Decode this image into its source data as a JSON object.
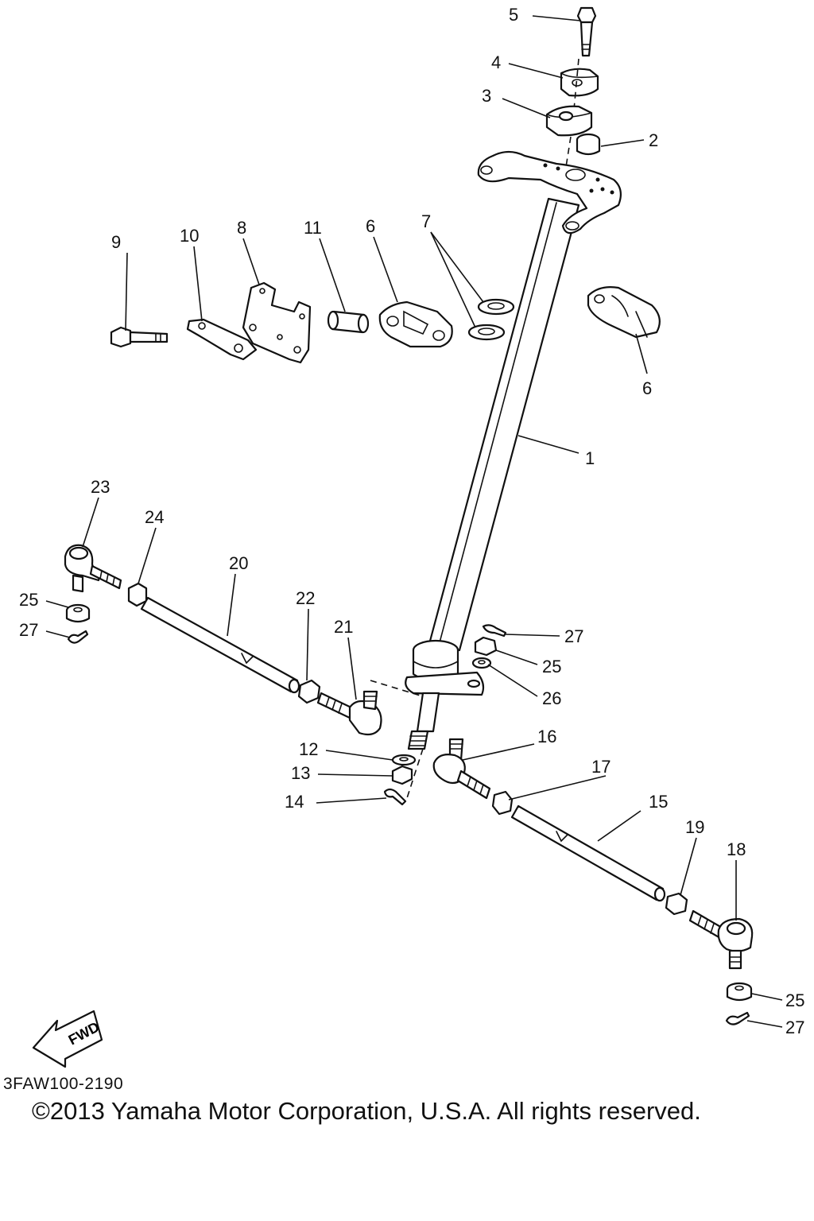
{
  "labels": {
    "n1": "1",
    "n2": "2",
    "n3": "3",
    "n4": "4",
    "n5": "5",
    "n6a": "6",
    "n6b": "6",
    "n7": "7",
    "n8": "8",
    "n9": "9",
    "n10": "10",
    "n11": "11",
    "n12": "12",
    "n13": "13",
    "n14": "14",
    "n15": "15",
    "n16": "16",
    "n17": "17",
    "n18": "18",
    "n19": "19",
    "n20": "20",
    "n21": "21",
    "n22": "22",
    "n23": "23",
    "n24": "24",
    "n25a": "25",
    "n25b": "25",
    "n25c": "25",
    "n26": "26",
    "n27a": "27",
    "n27b": "27",
    "n27c": "27"
  },
  "fwd_label": "FWD",
  "diagram_code": "3FAW100-2190",
  "copyright": "©2013 Yamaha Motor Corporation, U.S.A. All rights reserved."
}
